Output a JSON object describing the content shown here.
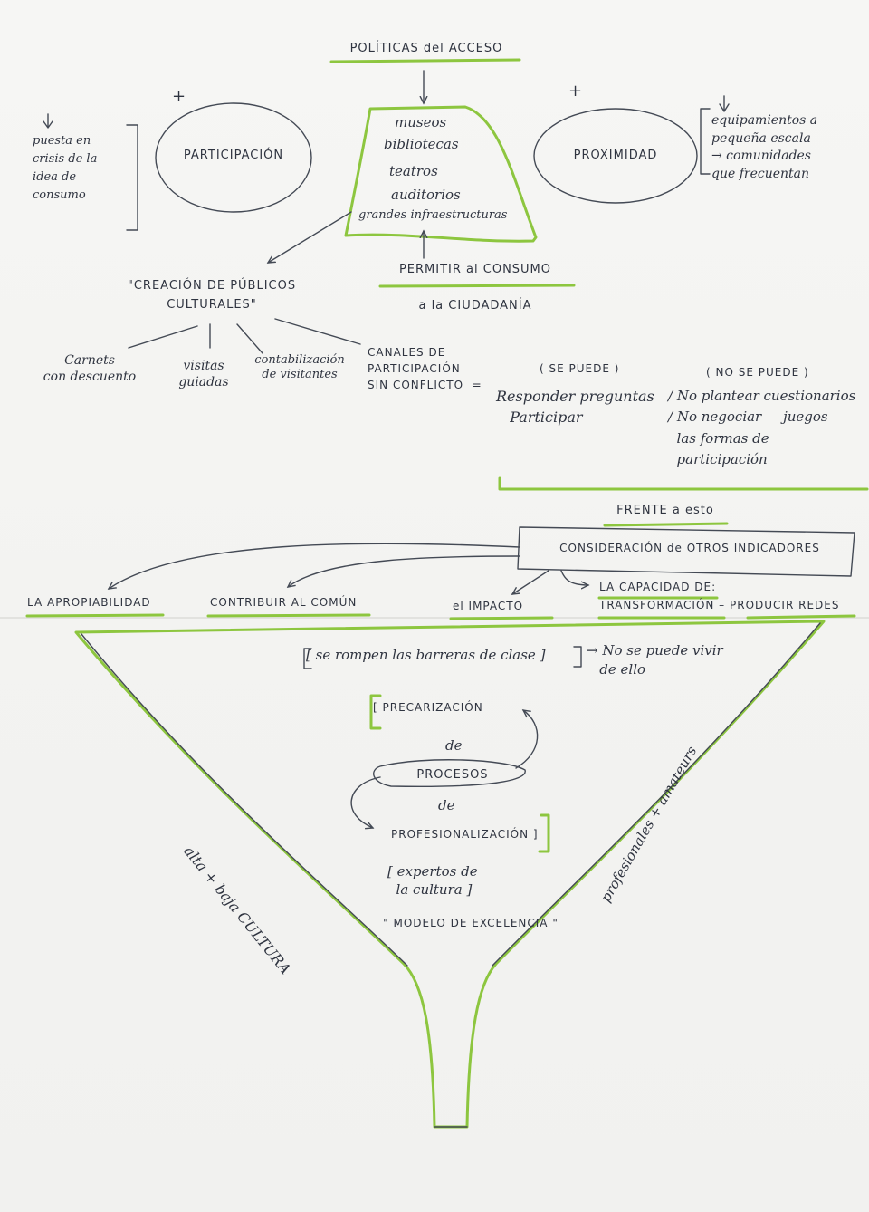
{
  "colors": {
    "accent": "#8dc63f",
    "ink": "#2f3440",
    "paper": "#f4f4f2"
  },
  "top": {
    "title": "POLÍTICAS del ACCESO",
    "plus_left": "+",
    "plus_right": "+",
    "participacion": "PARTICIPACIÓN",
    "proximidad": "PROXIMIDAD",
    "left_note": "puesta en\ncrisis de la\nidea de\nconsumo",
    "right_note": "equipamientos a\npequeña escala\n→ comunidades\nque frecuentan",
    "institutions": [
      "museos",
      "bibliotecas",
      "teatros",
      "auditorios",
      "grandes infraestructuras"
    ],
    "permitir": "PERMITIR al CONSUMO",
    "ciudadania": "a la CIUDADANÍA"
  },
  "middle": {
    "creacion": "\"CREACIÓN DE PÚBLICOS\nCULTURALES\"",
    "branches": [
      "Carnets\ncon descuento",
      "visitas\nguiadas",
      "contabilización\nde visitantes",
      "CANALES DE\nPARTICIPACIÓN\nSIN CONFLICTO  ="
    ],
    "se_puede": "( SE PUEDE )",
    "no_se_puede": "( NO SE PUEDE )",
    "se_puede_items": "Responder preguntas\n   Participar",
    "no_se_puede_items": "/ No plantear cuestionarios\n/ No negociar     juegos\n  las formas de\n  participación"
  },
  "lower": {
    "frente": "FRENTE a esto",
    "consideracion": "CONSIDERACIÓN de OTROS INDICADORES",
    "indicators": [
      "LA APROPIABILIDAD",
      "CONTRIBUIR AL COMÚN",
      "el IMPACTO"
    ],
    "capacidad": "LA CAPACIDAD DE:\nTRANSFORMACIÓN – PRODUCIR REDES"
  },
  "funnel": {
    "rompen": "[ se rompen las barreras de clase ]",
    "no_vivir": "→ No se puede vivir\n   de ello",
    "precarizacion": "[ PRECARIZACIÓN",
    "de_1": "de",
    "procesos": "PROCESOS",
    "de_2": "de",
    "profesionalizacion": "PROFESIONALIZACIÓN ]",
    "expertos": "[ expertos de\n  la cultura ]",
    "modelo": "\" MODELO DE EXCELENCIA \"",
    "left_side": "alta + baja CULTURA",
    "right_side": "profesionales + amateurs"
  }
}
